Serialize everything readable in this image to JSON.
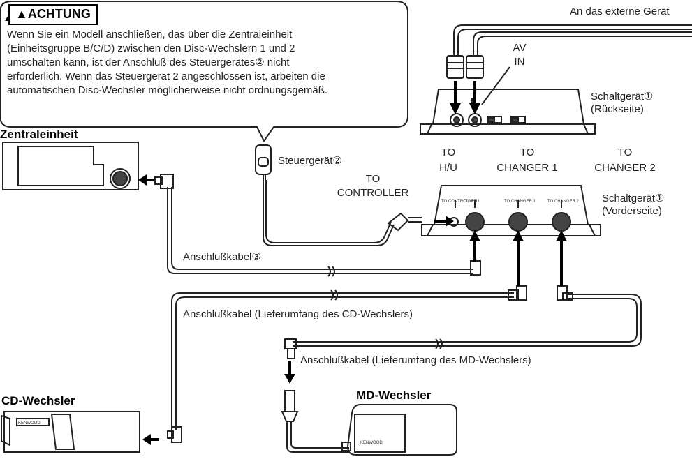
{
  "warning": {
    "title": "ACHTUNG",
    "lines": [
      "Wenn Sie ein Modell anschließen, das über die Zentraleinheit",
      "(Einheitsgruppe B/C/D) zwischen den Disc-Wechslern 1 und 2",
      "umschalten kann, ist der Anschluß des Steuergerätes② nicht",
      "erforderlich. Wenn das Steuergerät 2 angeschlossen ist, arbeiten die",
      "automatischen Disc-Wechsler möglicherweise nicht ordnungsgemäß."
    ]
  },
  "labels": {
    "external": "An das externe Gerät",
    "av_in_1": "AV",
    "av_in_2": "IN",
    "switch_rear_1": "Schaltgerät①",
    "switch_rear_2": "(Rückseite)",
    "central_unit": "Zentraleinheit",
    "controller": "Steuergerät②",
    "to_hu_1": "TO",
    "to_hu_2": "H/U",
    "to_ch1_1": "TO",
    "to_ch1_2": "CHANGER 1",
    "to_ch2_1": "TO",
    "to_ch2_2": "CHANGER 2",
    "to_ctrl_1": "TO",
    "to_ctrl_2": "CONTROLLER",
    "switch_front_1": "Schaltgerät①",
    "switch_front_2": "(Vorderseite)",
    "cable3": "Anschlußkabel③",
    "cable_cd": "Anschlußkabel (Lieferumfang des CD-Wechslers)",
    "cable_md": "Anschlußkabel (Lieferumfang des MD-Wechslers)",
    "cd_changer": "CD-Wechsler",
    "md_changer": "MD-Wechsler",
    "brand": "KENWOOD",
    "port_controller": "TO CONTROLLER",
    "port_hu": "TO H/U",
    "port_ch1": "TO CHANGER 1",
    "port_ch2": "TO CHANGER 2"
  },
  "colors": {
    "ink": "#222222",
    "fill": "#ffffff",
    "knob": "#555555"
  }
}
